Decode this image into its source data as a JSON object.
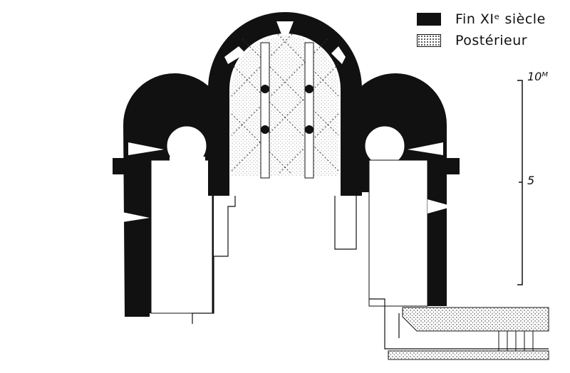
{
  "legend": {
    "items": [
      {
        "label": "Fin XIᵉ siècle",
        "pattern": "solid-black"
      },
      {
        "label": "Postérieur",
        "pattern": "stipple"
      }
    ]
  },
  "scale": {
    "unit_label": "10ᴹ",
    "mid_label": "5",
    "max_m": 10
  },
  "colors": {
    "wall": "#111111",
    "paper": "#ffffff"
  }
}
